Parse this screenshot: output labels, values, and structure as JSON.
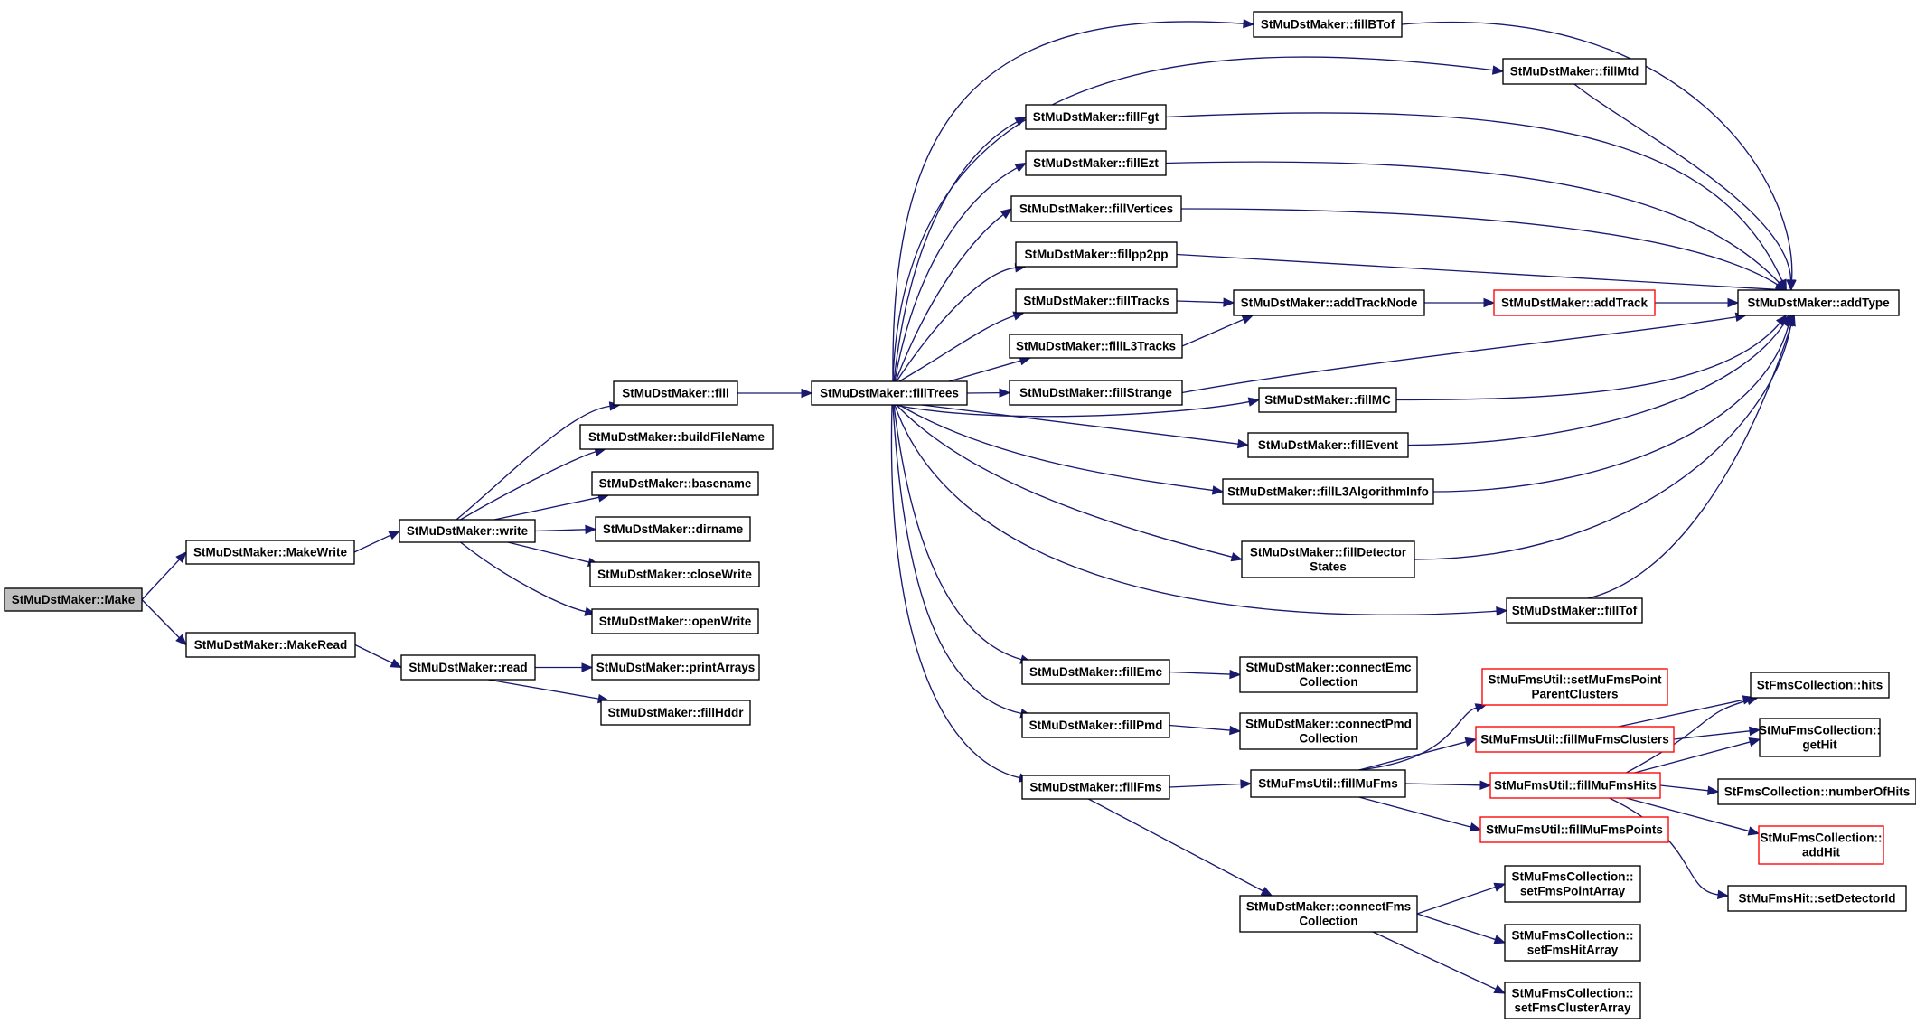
{
  "colors": {
    "edge": "#191970",
    "node_border": "#000000",
    "node_border_truncated": "#ff0000",
    "root_fill": "#bfbfbf",
    "node_fill": "#ffffff"
  },
  "nodes": {
    "make": {
      "lines": [
        "StMuDstMaker::Make"
      ],
      "kind": "root"
    },
    "makeWrite": {
      "lines": [
        "StMuDstMaker::MakeWrite"
      ]
    },
    "makeRead": {
      "lines": [
        "StMuDstMaker::MakeRead"
      ]
    },
    "write": {
      "lines": [
        "StMuDstMaker::write"
      ]
    },
    "read": {
      "lines": [
        "StMuDstMaker::read"
      ]
    },
    "fill": {
      "lines": [
        "StMuDstMaker::fill"
      ]
    },
    "buildFileName": {
      "lines": [
        "StMuDstMaker::buildFileName"
      ]
    },
    "basename": {
      "lines": [
        "StMuDstMaker::basename"
      ]
    },
    "dirname": {
      "lines": [
        "StMuDstMaker::dirname"
      ]
    },
    "closeWrite": {
      "lines": [
        "StMuDstMaker::closeWrite"
      ]
    },
    "openWrite": {
      "lines": [
        "StMuDstMaker::openWrite"
      ]
    },
    "printArrays": {
      "lines": [
        "StMuDstMaker::printArrays"
      ]
    },
    "fillHddr": {
      "lines": [
        "StMuDstMaker::fillHddr"
      ]
    },
    "fillTrees": {
      "lines": [
        "StMuDstMaker::fillTrees"
      ]
    },
    "fillBTof": {
      "lines": [
        "StMuDstMaker::fillBTof"
      ]
    },
    "fillMtd": {
      "lines": [
        "StMuDstMaker::fillMtd"
      ]
    },
    "fillFgt": {
      "lines": [
        "StMuDstMaker::fillFgt"
      ]
    },
    "fillEzt": {
      "lines": [
        "StMuDstMaker::fillEzt"
      ]
    },
    "fillVertices": {
      "lines": [
        "StMuDstMaker::fillVertices"
      ]
    },
    "fillpp2pp": {
      "lines": [
        "StMuDstMaker::fillpp2pp"
      ]
    },
    "fillTracks": {
      "lines": [
        "StMuDstMaker::fillTracks"
      ]
    },
    "fillL3Tracks": {
      "lines": [
        "StMuDstMaker::fillL3Tracks"
      ]
    },
    "fillStrange": {
      "lines": [
        "StMuDstMaker::fillStrange"
      ]
    },
    "fillMC": {
      "lines": [
        "StMuDstMaker::fillMC"
      ]
    },
    "fillEvent": {
      "lines": [
        "StMuDstMaker::fillEvent"
      ]
    },
    "fillL3AlgorithmInfo": {
      "lines": [
        "StMuDstMaker::fillL3AlgorithmInfo"
      ]
    },
    "fillDetectorStates": {
      "lines": [
        "StMuDstMaker::fillDetector",
        "States"
      ]
    },
    "fillTof": {
      "lines": [
        "StMuDstMaker::fillTof"
      ]
    },
    "addTrackNode": {
      "lines": [
        "StMuDstMaker::addTrackNode"
      ]
    },
    "addTrack": {
      "lines": [
        "StMuDstMaker::addTrack"
      ],
      "kind": "red"
    },
    "addType": {
      "lines": [
        "StMuDstMaker::addType"
      ]
    },
    "fillEmc": {
      "lines": [
        "StMuDstMaker::fillEmc"
      ]
    },
    "fillPmd": {
      "lines": [
        "StMuDstMaker::fillPmd"
      ]
    },
    "fillFms": {
      "lines": [
        "StMuDstMaker::fillFms"
      ]
    },
    "connectEmc": {
      "lines": [
        "StMuDstMaker::connectEmc",
        "Collection"
      ]
    },
    "connectPmd": {
      "lines": [
        "StMuDstMaker::connectPmd",
        "Collection"
      ]
    },
    "fillMuFms": {
      "lines": [
        "StMuFmsUtil::fillMuFms"
      ]
    },
    "connectFms": {
      "lines": [
        "StMuDstMaker::connectFms",
        "Collection"
      ]
    },
    "setMuFmsPoint": {
      "lines": [
        "StMuFmsUtil::setMuFmsPoint",
        "ParentClusters"
      ],
      "kind": "red"
    },
    "fillMuFmsClusters": {
      "lines": [
        "StMuFmsUtil::fillMuFmsClusters"
      ],
      "kind": "red"
    },
    "fillMuFmsHits": {
      "lines": [
        "StMuFmsUtil::fillMuFmsHits"
      ],
      "kind": "red"
    },
    "fillMuFmsPoints": {
      "lines": [
        "StMuFmsUtil::fillMuFmsPoints"
      ],
      "kind": "red"
    },
    "hits": {
      "lines": [
        "StFmsCollection::hits"
      ]
    },
    "getHit": {
      "lines": [
        "StMuFmsCollection::",
        "getHit"
      ]
    },
    "numberOfHits": {
      "lines": [
        "StFmsCollection::numberOfHits"
      ]
    },
    "addHit": {
      "lines": [
        "StMuFmsCollection::",
        "addHit"
      ],
      "kind": "red"
    },
    "setDetectorId": {
      "lines": [
        "StMuFmsHit::setDetectorId"
      ]
    },
    "setFmsPointArray": {
      "lines": [
        "StMuFmsCollection::",
        "setFmsPointArray"
      ]
    },
    "setFmsHitArray": {
      "lines": [
        "StMuFmsCollection::",
        "setFmsHitArray"
      ]
    },
    "setFmsClusterArray": {
      "lines": [
        "StMuFmsCollection::",
        "setFmsClusterArray"
      ]
    }
  }
}
